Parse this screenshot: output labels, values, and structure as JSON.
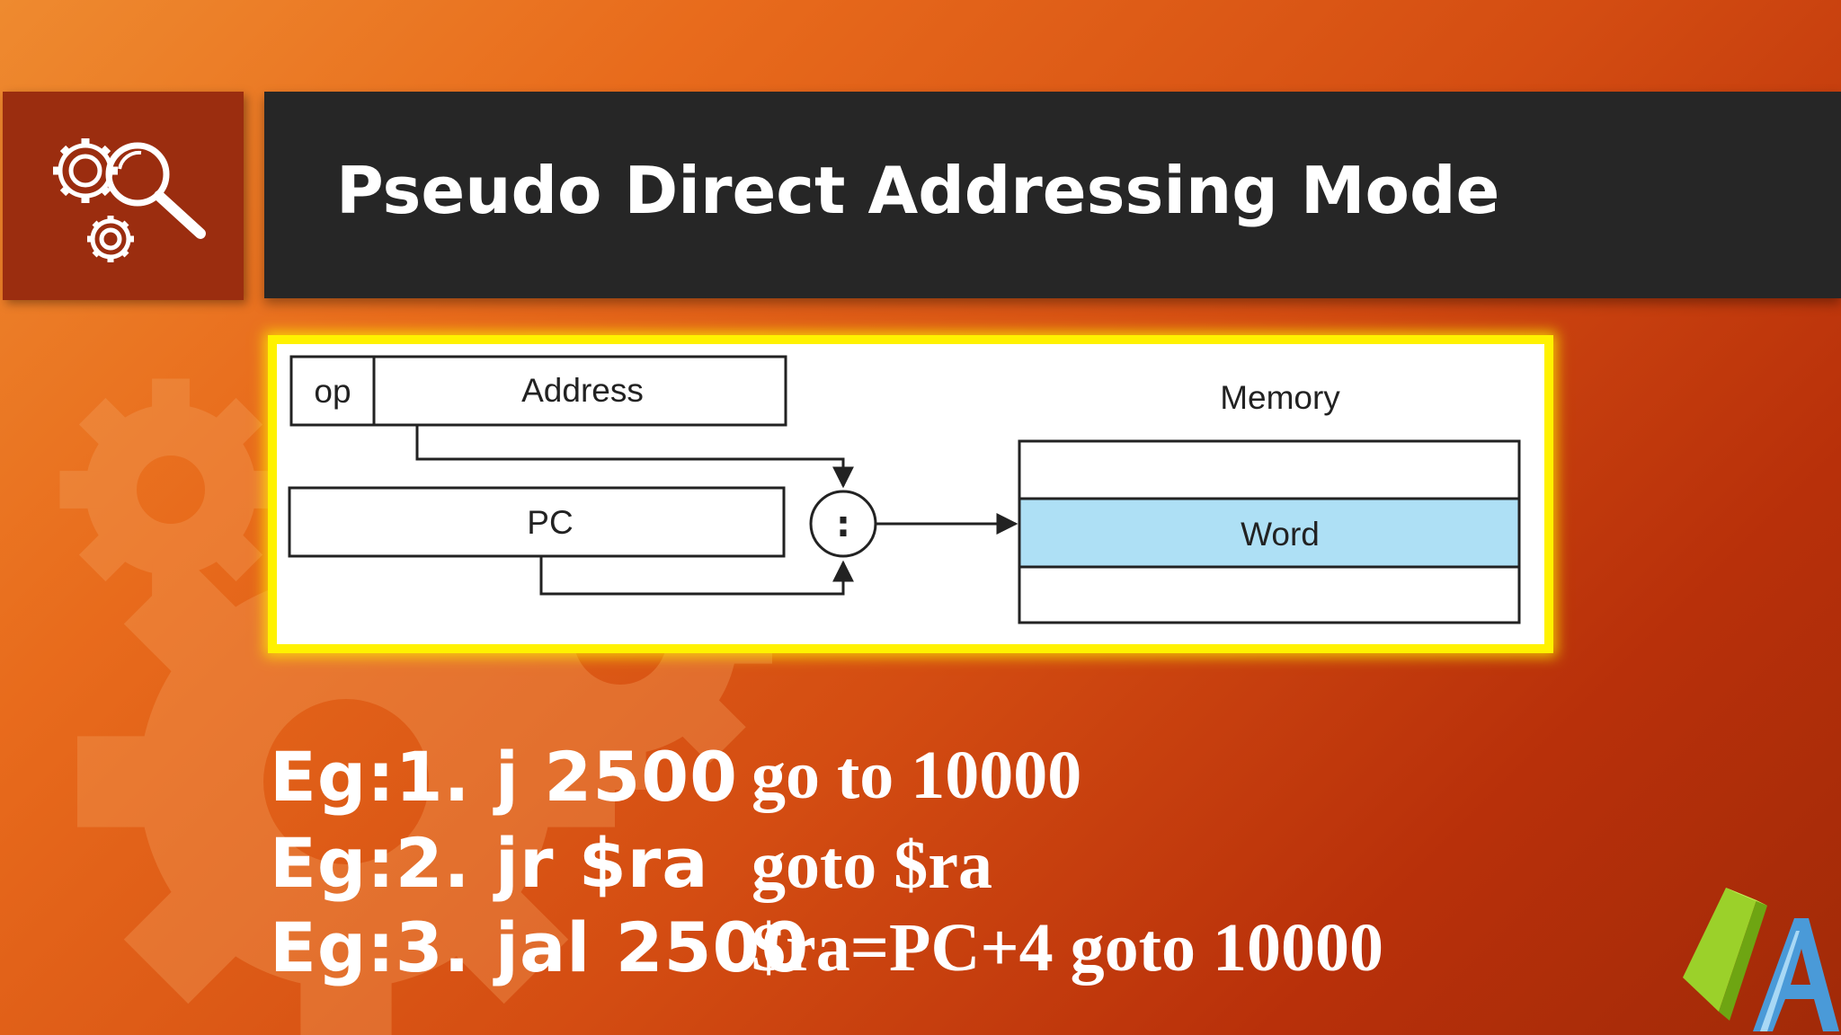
{
  "slide": {
    "title": "Pseudo Direct Addressing Mode",
    "icon": "gears-magnifier-icon"
  },
  "diagram": {
    "instruction": {
      "op_label": "op",
      "address_label": "Address"
    },
    "pc_label": "PC",
    "concat_symbol": ":",
    "memory": {
      "title": "Memory",
      "word_label": "Word"
    },
    "colors": {
      "word_fill": "#aee0f5",
      "frame": "#fff200"
    }
  },
  "examples": [
    {
      "code": "Eg:1. j 2500",
      "description": "go to 10000"
    },
    {
      "code": "Eg:2. jr $ra",
      "description": "goto $ra"
    },
    {
      "code": "Eg:3. jal 2500",
      "description": "$ra=PC+4 goto 10000"
    }
  ],
  "colors": {
    "background": "#e0561a",
    "title_bar": "#262626",
    "icon_box": "#9b2d0f"
  },
  "logo": "book-a-logo-icon"
}
